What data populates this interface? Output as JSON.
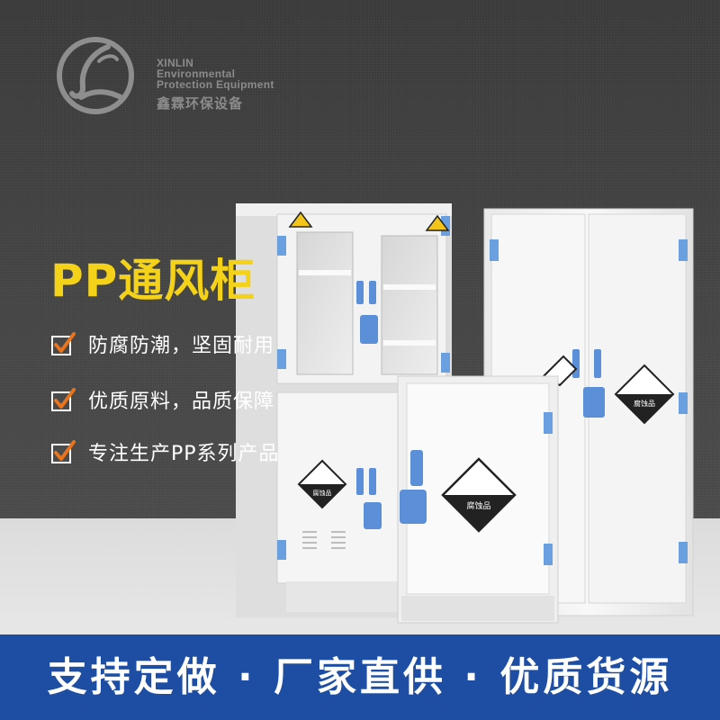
{
  "brand": {
    "en_line1": "XINLIN",
    "en_line2": "Environmental",
    "en_line3": "Protection Equipment",
    "cn_name": "鑫霖环保设备",
    "logo_glyph": "L"
  },
  "headline": "PP通风柜",
  "features": [
    "防腐防潮，坚固耐用",
    "优质原料，品质保障",
    "专注生产PP系列产品"
  ],
  "banner": "支持定做 · 厂家直供 · 优质货源",
  "cabinet_labels": {
    "corrosive": "腐蚀品"
  },
  "colors": {
    "headline": "#f5d21a",
    "banner_bg": "#1e4ea4",
    "check": "#e8741e",
    "hinge": "#6aa0e0"
  },
  "icons": [
    "check-icon",
    "biohazard-warning-icon",
    "corrosive-hazard-icon",
    "brand-logo-icon"
  ]
}
